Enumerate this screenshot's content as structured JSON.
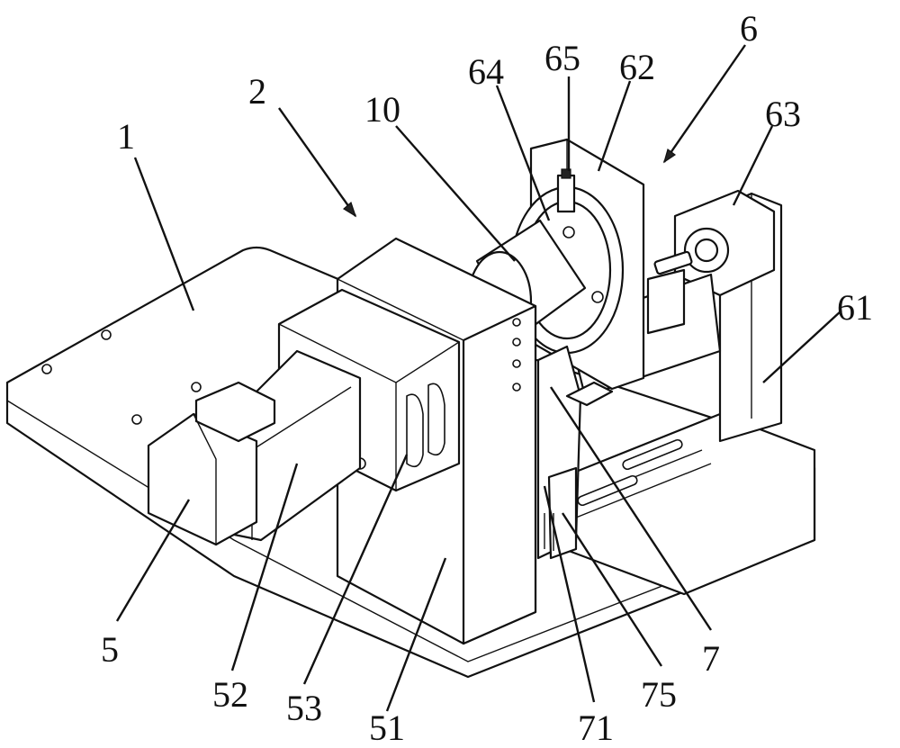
{
  "labels": {
    "l1": "1",
    "l2": "2",
    "l10": "10",
    "l64": "64",
    "l65": "65",
    "l62": "62",
    "l6": "6",
    "l63": "63",
    "l61": "61",
    "l5": "5",
    "l52": "52",
    "l53": "53",
    "l51": "51",
    "l71": "71",
    "l75": "75",
    "l7": "7"
  }
}
